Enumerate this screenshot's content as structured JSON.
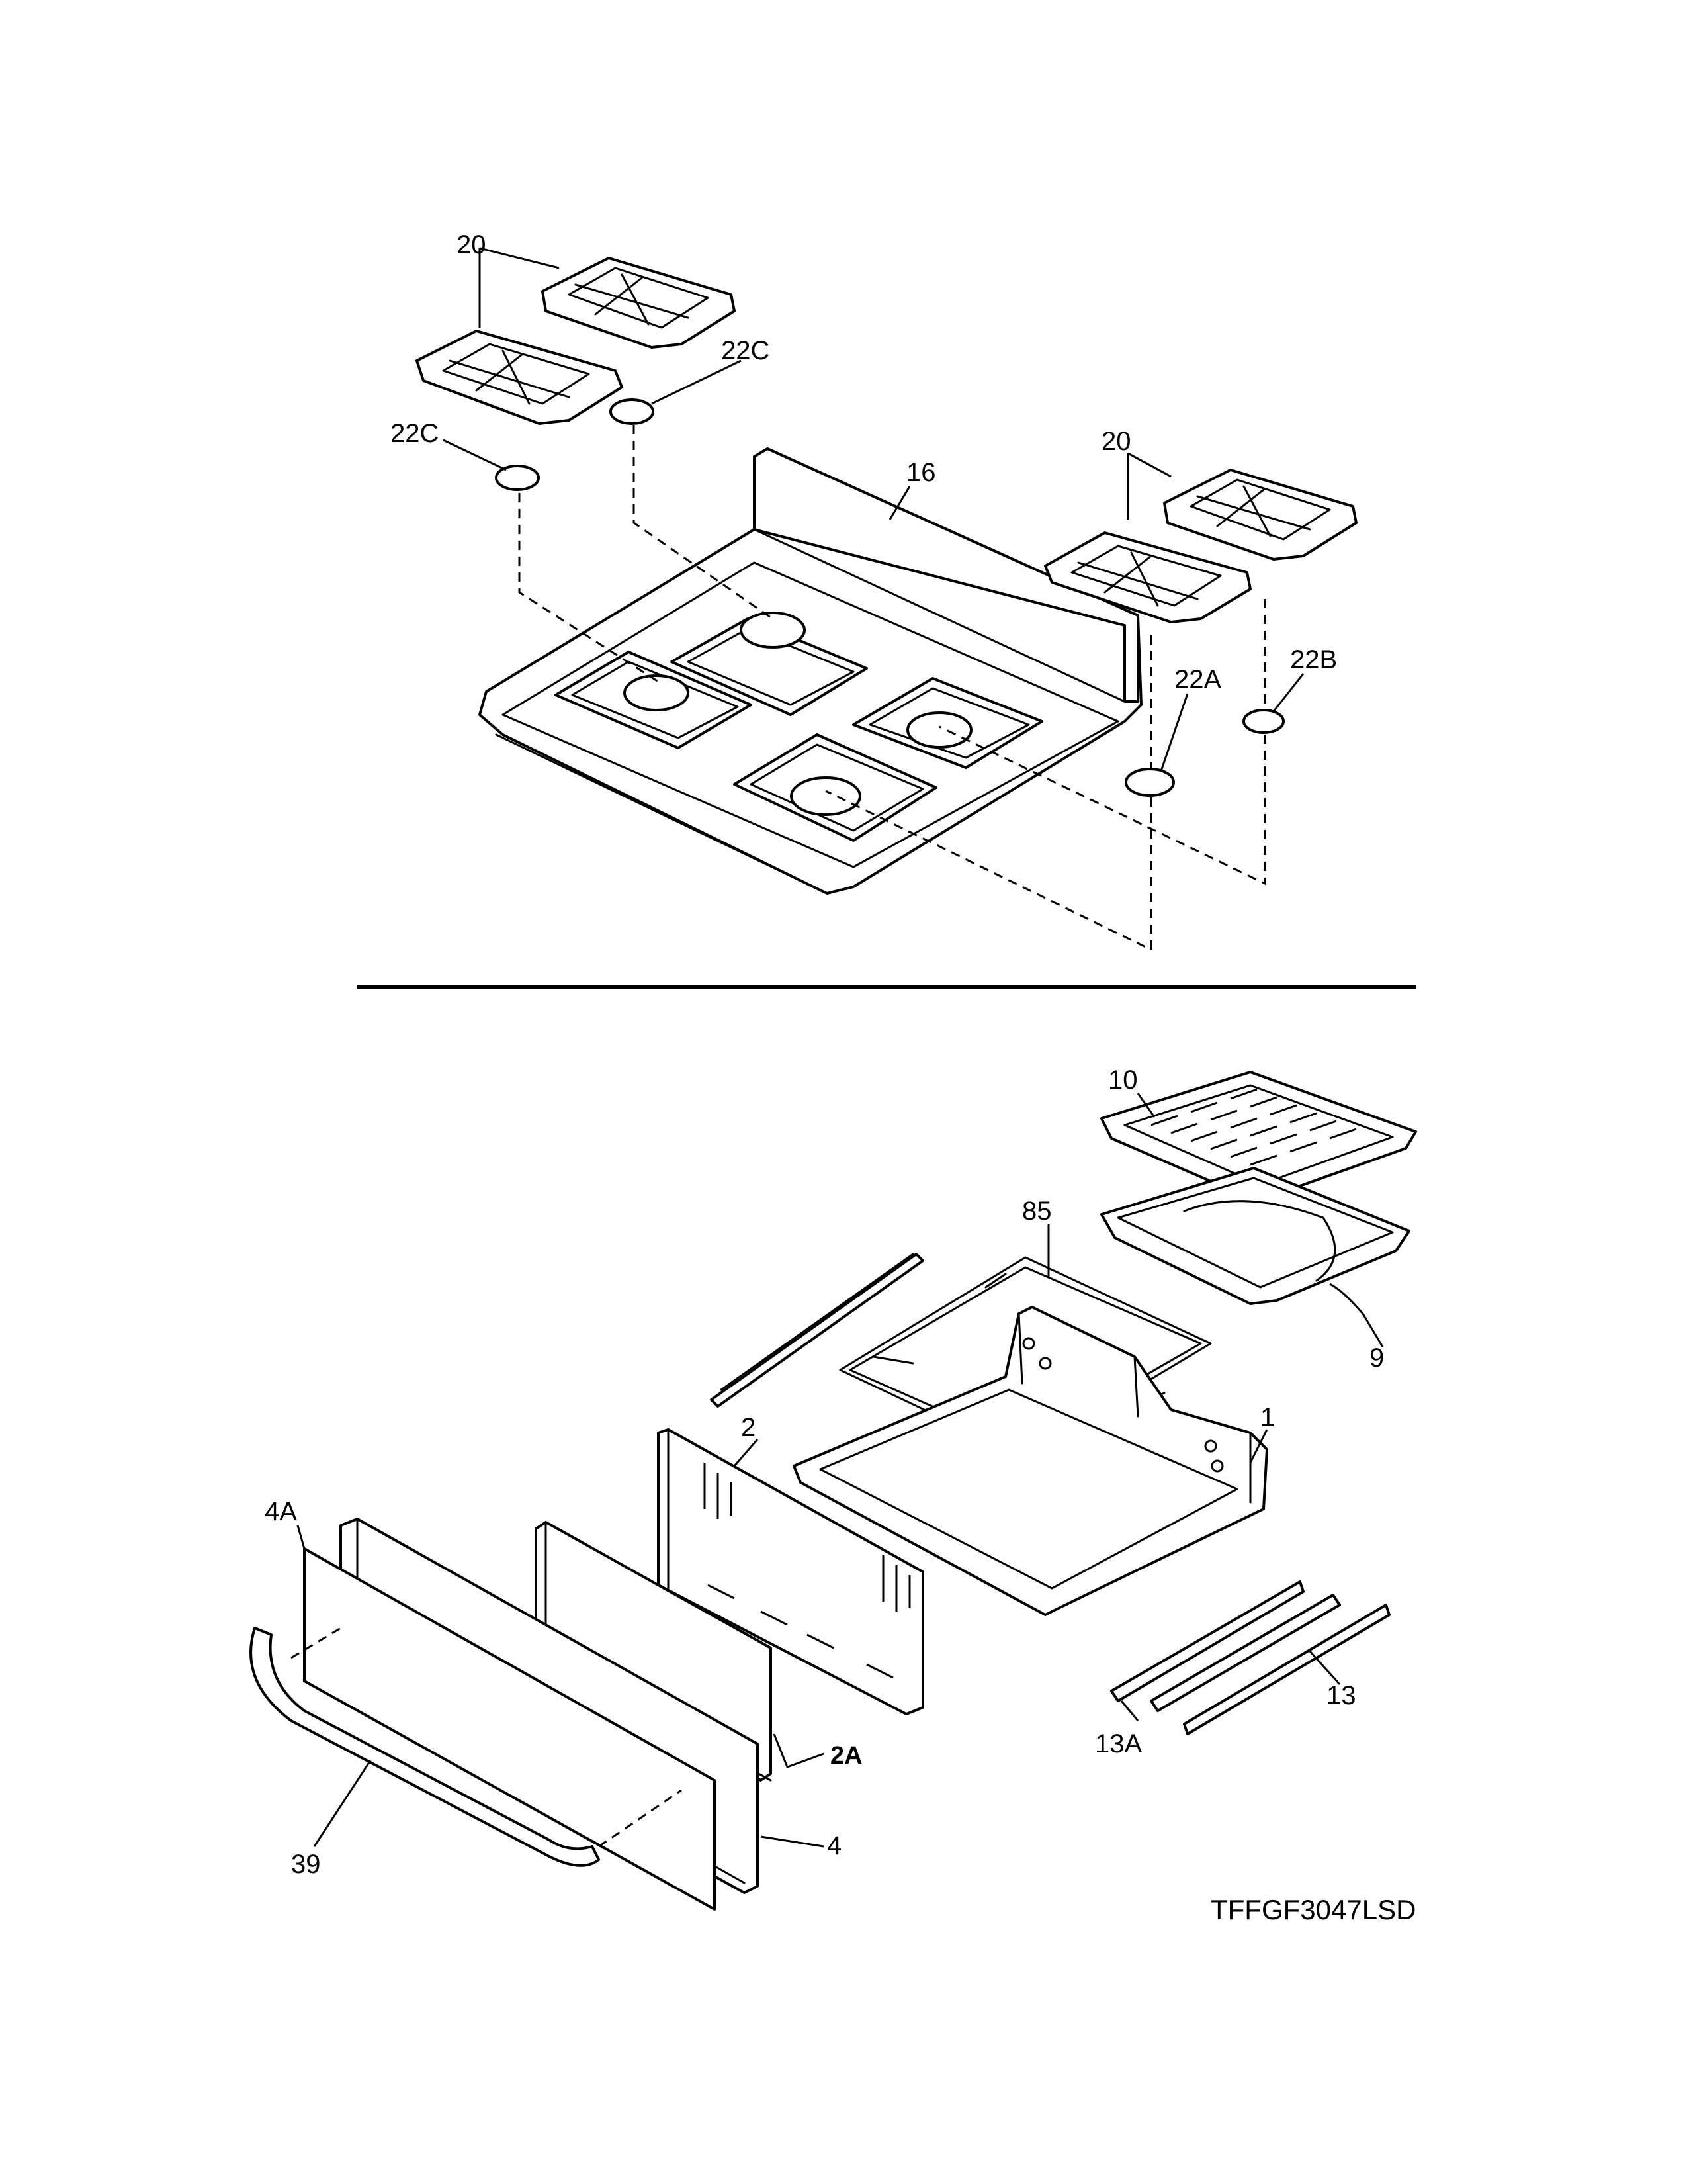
{
  "labels": {
    "grate_top_left": "20",
    "grate_top_right": "20",
    "cap_upper": "22C",
    "cap_left": "22C",
    "cooktop": "16",
    "cap_22a": "22A",
    "cap_22b": "22B",
    "broiler_grid": "10",
    "broiler_support": "85",
    "broiler_pan": "9",
    "drawer_body": "1",
    "drawer_back": "2",
    "drawer_insulation": "2A",
    "panel_4a": "4A",
    "drawer_front": "4",
    "handle": "39",
    "slide_13": "13",
    "slide_13a": "13A"
  },
  "model_code": "TFFGF3047LSD"
}
